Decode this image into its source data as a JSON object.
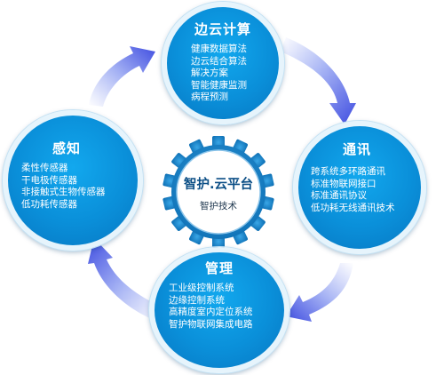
{
  "center": {
    "title": "智护.云平台",
    "subtitle": "智护技术"
  },
  "nodes": {
    "edge": {
      "title": "边云计算",
      "items": [
        "健康数据算法",
        "边云结合算法",
        "解决方案",
        "智能健康监测",
        "病程预测"
      ]
    },
    "sense": {
      "title": "感知",
      "items": [
        "柔性传感器",
        "干电极传感器",
        "非接触式生物传感器",
        "低功耗传感器"
      ]
    },
    "comm": {
      "title": "通讯",
      "items": [
        "跨系统多环路通讯",
        "标准物联网接口",
        "标准通讯协议",
        "低功耗无线通讯技术"
      ]
    },
    "mgmt": {
      "title": "管理",
      "items": [
        "工业级控制系统",
        "边缘控制系统",
        "高精度室内定位系统",
        "智护物联网集成电路"
      ]
    }
  },
  "colors": {
    "node_fill": "#0a8fd9",
    "node_ring": "#e6f4fc",
    "gear": "#1585c9",
    "arrow": "#4a53e0",
    "center_title": "#0c4f86"
  },
  "icons": [
    "gear-icon",
    "curved-arrow-icon"
  ]
}
